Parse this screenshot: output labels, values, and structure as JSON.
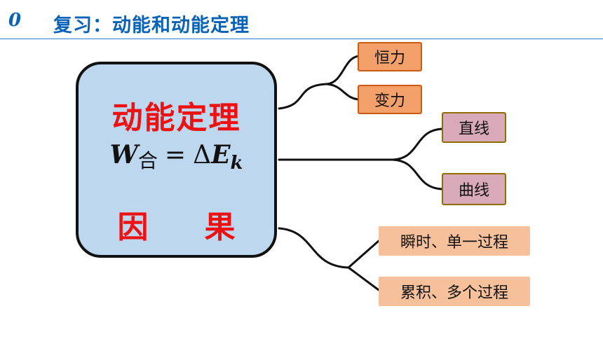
{
  "header": {
    "number": "0",
    "title": "复习：动能和动能定理"
  },
  "main": {
    "title": "动能定理",
    "formula": {
      "w": "W",
      "w_sub": "合",
      "equals": "=",
      "delta": "Δ",
      "e": "E",
      "e_sub": "k"
    },
    "cause": "因",
    "effect": "果"
  },
  "branches": {
    "force": [
      "恒力",
      "变力"
    ],
    "path": [
      "直线",
      "曲线"
    ],
    "process": [
      "瞬时、单一过程",
      "累积、多个过程"
    ]
  },
  "colors": {
    "header_blue": "#0b63b8",
    "main_fill": "#bdd7ee",
    "red_text": "#ee1111",
    "orange_box": "#f3a06b",
    "purple_box": "#d8a9b8",
    "light_orange_box": "#f6c19a"
  }
}
